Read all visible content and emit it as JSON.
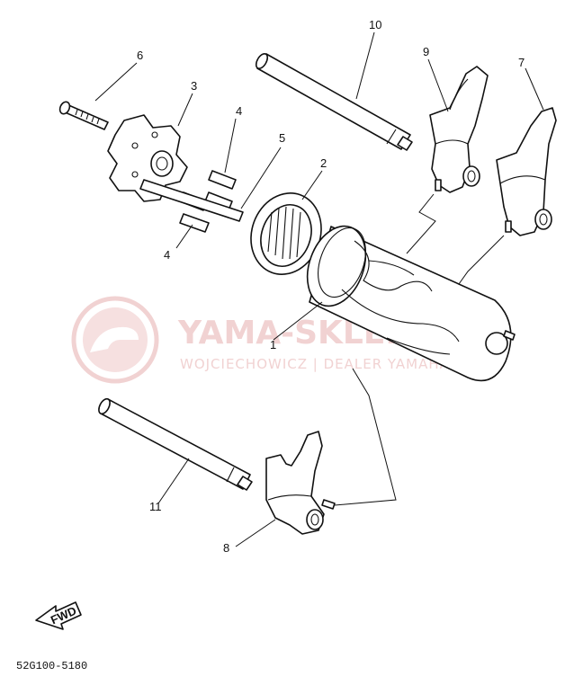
{
  "watermark": {
    "brand": "YAMA-SKLEP.PL",
    "tagline": "WOJCIECHOWICZ | DEALER YAMAHA"
  },
  "callouts": {
    "c1": "1",
    "c2": "2",
    "c3": "3",
    "c4a": "4",
    "c4b": "4",
    "c5": "5",
    "c6": "6",
    "c7": "7",
    "c8": "8",
    "c9": "9",
    "c10": "10",
    "c11": "11"
  },
  "fwd_label": "FWD",
  "diagram_code": "52G100-5180",
  "colors": {
    "line": "#111111",
    "watermark": "#f1d2d2"
  }
}
